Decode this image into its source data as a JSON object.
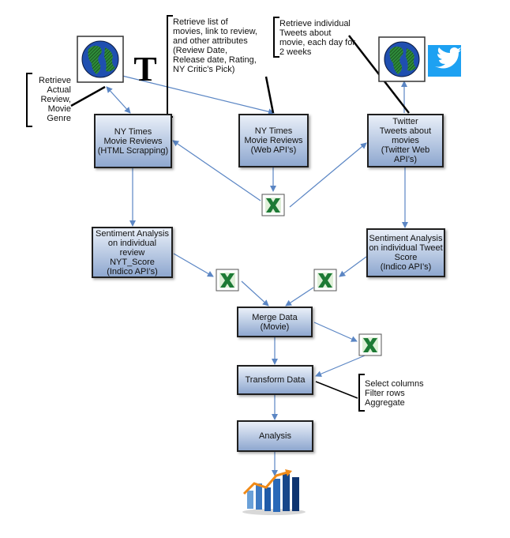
{
  "boxes": {
    "nyt_html": "NY Times\nMovie Reviews\n(HTML Scrapping)",
    "nyt_api": "NY Times\nMovie Reviews\n(Web API’s)",
    "twitter": "Twitter\nTweets about\nmovies\n(Twitter Web\nAPI’s)",
    "sentiment_nyt": "Sentiment Analysis\non individual\nreview\nNYT_Score\n(Indico API’s)",
    "sentiment_tweet": "Sentiment Analysis\non individual Tweet\nScore\n(Indico API’s)",
    "merge": "Merge Data\n(Movie)",
    "transform": "Transform Data",
    "analysis": "Analysis"
  },
  "notes": {
    "retrieve_review": "Retrieve\nActual\nReview,\nMovie\nGenre",
    "retrieve_list": "Retrieve list of\nmovies, link to review,\nand other attributes\n(Review Date,\nRelease date, Rating,\nNY Critic’s Pick)",
    "retrieve_tweets": "Retrieve individual\nTweets about\nmovie, each day for\n2 weeks",
    "transform_ops": "Select columns\nFilter rows\nAggregate"
  },
  "logo_text": {
    "nyt_logo": "T"
  },
  "colors": {
    "arrow": "#5b86c4",
    "box_border": "#1f1f1f",
    "excel_green": "#1d7a35",
    "twitter_blue": "#1da1f2",
    "globe_blue": "#1f4fb0",
    "globe_green": "#2e8b3a"
  }
}
